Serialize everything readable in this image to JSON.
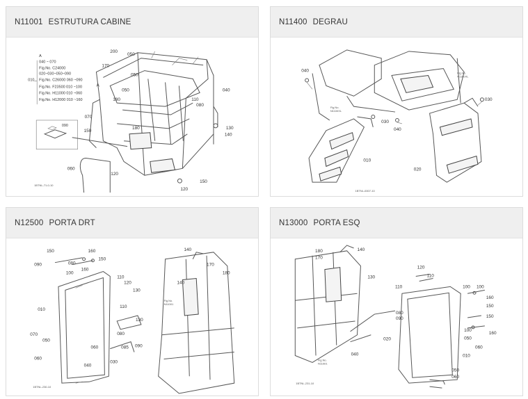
{
  "cards": [
    {
      "code": "N11001",
      "title": "ESTRUTURA CABINE",
      "labels": [
        "200",
        "050",
        "170",
        "050",
        "A",
        "040",
        "080",
        "110",
        "180",
        "180",
        "050",
        "130",
        "140",
        "070",
        "150",
        "090",
        "060",
        "120",
        "120",
        "150",
        "010"
      ],
      "ref_lines": [
        "A",
        "040 ~ 070",
        "Fig.No. C24000",
        "020~030~050~090",
        "Fig.No. C26000 060 ~090",
        "Fig.No. F23500 010 ~100",
        "Fig.No. H11000 010 ~060",
        "Fig.No. H12000 010 ~160"
      ],
      "ref_prefix": "010",
      "fig_stamp": "1BTNL-71-0-10"
    },
    {
      "code": "N11400",
      "title": "DEGRAU",
      "labels": [
        "040",
        "030",
        "040",
        "030",
        "010",
        "020"
      ],
      "ref_a": [
        "Fig.No.",
        "N1100XL"
      ],
      "ref_b": [
        "Fig.No.",
        "N1100XL"
      ],
      "fig_stamp": "1BTNL-0007-10"
    },
    {
      "code": "N12500",
      "title": "PORTA DRT",
      "labels": [
        "150",
        "160",
        "090",
        "080",
        "150",
        "140",
        "100",
        "160",
        "110",
        "120",
        "130",
        "170",
        "180",
        "140",
        "010",
        "110",
        "130",
        "070",
        "050",
        "060",
        "080",
        "085",
        "090",
        "060",
        "040",
        "030"
      ],
      "ref": [
        "Fig.No.",
        "N11001"
      ],
      "fig_stamp": "1BTNL-230-10"
    },
    {
      "code": "N13000",
      "title": "PORTA ESQ",
      "labels": [
        "180",
        "140",
        "170",
        "130",
        "120",
        "110",
        "110",
        "080",
        "090",
        "100",
        "100",
        "160",
        "150",
        "150",
        "100",
        "060",
        "160",
        "050",
        "020",
        "040",
        "010",
        "050",
        "060"
      ],
      "ref": [
        "Fig.No.",
        "N11001"
      ],
      "fig_stamp": "1BTNL-231-10"
    }
  ],
  "colors": {
    "header_bg": "#efefef",
    "border": "#dcdcdc",
    "line": "#555555"
  }
}
